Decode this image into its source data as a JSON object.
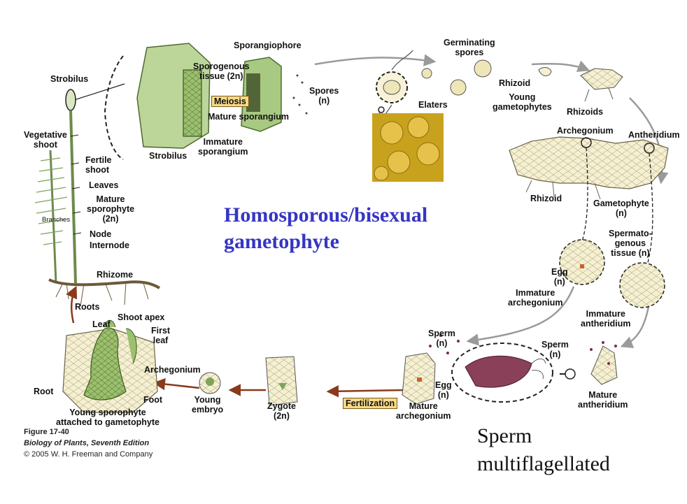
{
  "title": {
    "line1": "Homosporous/bisexual",
    "line2": "gametophyte"
  },
  "note": {
    "line1": "Sperm",
    "line2": "multiflagellated"
  },
  "caption": {
    "figure": "Figure 17-40",
    "book": "Biology of Plants, Seventh Edition",
    "copyright": "© 2005 W. H. Freeman and Company"
  },
  "labels": {
    "strobilus_top": "Strobilus",
    "vegetative_shoot": [
      "Vegetative",
      "shoot"
    ],
    "fertile_shoot": [
      "Fertile",
      "shoot"
    ],
    "leaves": "Leaves",
    "mature_sporophyte": [
      "Mature",
      "sporophyte",
      "(2n)"
    ],
    "branches": "Branches",
    "node": "Node",
    "internode": "Internode",
    "rhizome": "Rhizome",
    "roots": "Roots",
    "sporangiophore": "Sporangiophore",
    "sporogenous_tissue": [
      "Sporogenous",
      "tissue (2n)"
    ],
    "meiosis": "Meiosis",
    "mature_sporangium": "Mature sporangium",
    "immature_sporangium": [
      "Immature",
      "sporangium"
    ],
    "strobilus_bottom": "Strobilus",
    "spores": [
      "Spores",
      "(n)"
    ],
    "elaters": "Elaters",
    "germinating_spores": [
      "Germinating",
      "spores"
    ],
    "rhizoid_top": "Rhizoid",
    "young_gametophytes": [
      "Young",
      "gametophytes"
    ],
    "rhizoids": "Rhizoids",
    "archegonium_top": "Archegonium",
    "antheridium": "Antheridium",
    "rhizoid_bottom": "Rhizoid",
    "gametophyte": [
      "Gametophyte",
      "(n)"
    ],
    "spermatogenous_tissue": [
      "Spermato-",
      "genous",
      "tissue (n)"
    ],
    "egg_top": [
      "Egg",
      "(n)"
    ],
    "immature_archegonium": [
      "Immature",
      "archegonium"
    ],
    "immature_antheridium": [
      "Immature",
      "antheridium"
    ],
    "mature_antheridium": [
      "Mature",
      "antheridium"
    ],
    "sperm_right": [
      "Sperm",
      "(n)"
    ],
    "sperm_left": [
      "Sperm",
      "(n)"
    ],
    "egg_bottom": [
      "Egg",
      "(n)"
    ],
    "fertilization": "Fertilization",
    "mature_archegonium": [
      "Mature",
      "archegonium"
    ],
    "zygote": [
      "Zygote",
      "(2n)"
    ],
    "young_embryo": [
      "Young",
      "embryo"
    ],
    "archegonium_bottom": "Archegonium",
    "shoot_apex": "Shoot apex",
    "leaf": "Leaf",
    "first_leaf": [
      "First",
      "leaf"
    ],
    "root": "Root",
    "foot": "Foot",
    "young_sporophyte": [
      "Young sporophyte",
      "attached to gametophyte"
    ]
  },
  "colors": {
    "title": "#3535c4",
    "arrow": "#9a9a9a",
    "brown_arrow": "#8a3a1a",
    "plant_green": "#a9c87c",
    "cell_cream": "#f5f0d2",
    "photo_yellow": "#c9a21d",
    "highlight": "#f6d98a"
  }
}
